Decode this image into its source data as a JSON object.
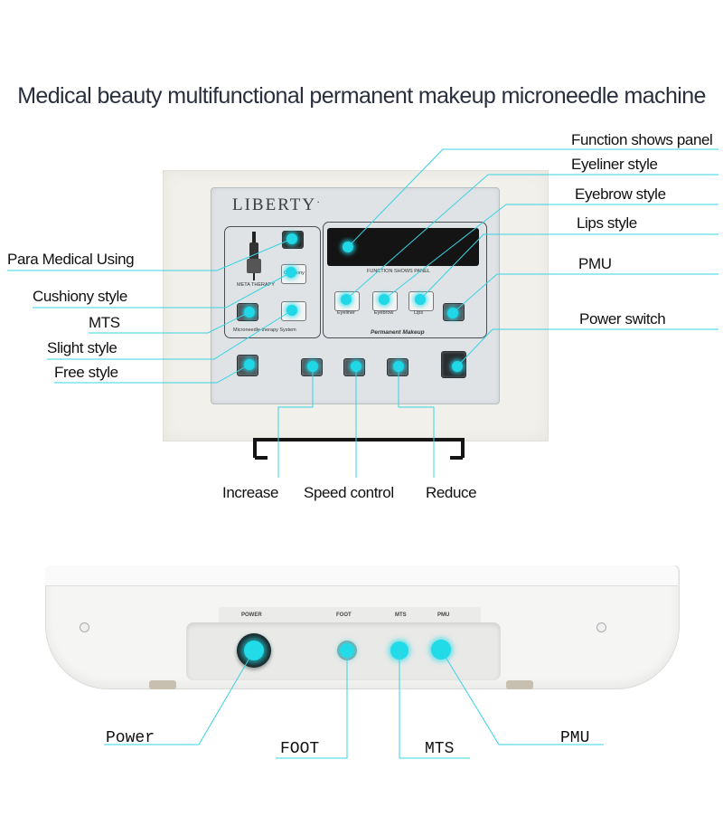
{
  "title": "Medical beauty multifunctional permanent makeup microneedle machine",
  "device_top": {
    "brand": "LIBERTY",
    "brand_mark": "·",
    "panel_text": {
      "meta_therapy": "META THERAPY",
      "cushiony": "Cushiony",
      "microneedle": "Microneedle therapy System",
      "function_panel": "FUNCTION SHOWS PANEL",
      "eyeliner": "Eyeliner",
      "eyebrow": "Eyebrow",
      "lips": "Lips",
      "permanent_makeup": "Permanent Makeup"
    },
    "callouts_left": [
      "Para Medical Using",
      "Cushiony style",
      "MTS",
      "Slight style",
      "Free style"
    ],
    "callouts_right": [
      "Function shows panel",
      "Eyeliner style",
      "Eyebrow style",
      "Lips style",
      "PMU",
      "Power switch"
    ],
    "callouts_bottom": [
      "Increase",
      "Speed control",
      "Reduce"
    ]
  },
  "device_bottom": {
    "port_labels": [
      "POWER",
      "FOOT",
      "MTS",
      "PMU"
    ],
    "callouts": [
      "Power",
      "FOOT",
      "MTS",
      "PMU"
    ]
  },
  "colors": {
    "indicator": "#1ed8e8",
    "leader_line": "#37d3e3"
  }
}
